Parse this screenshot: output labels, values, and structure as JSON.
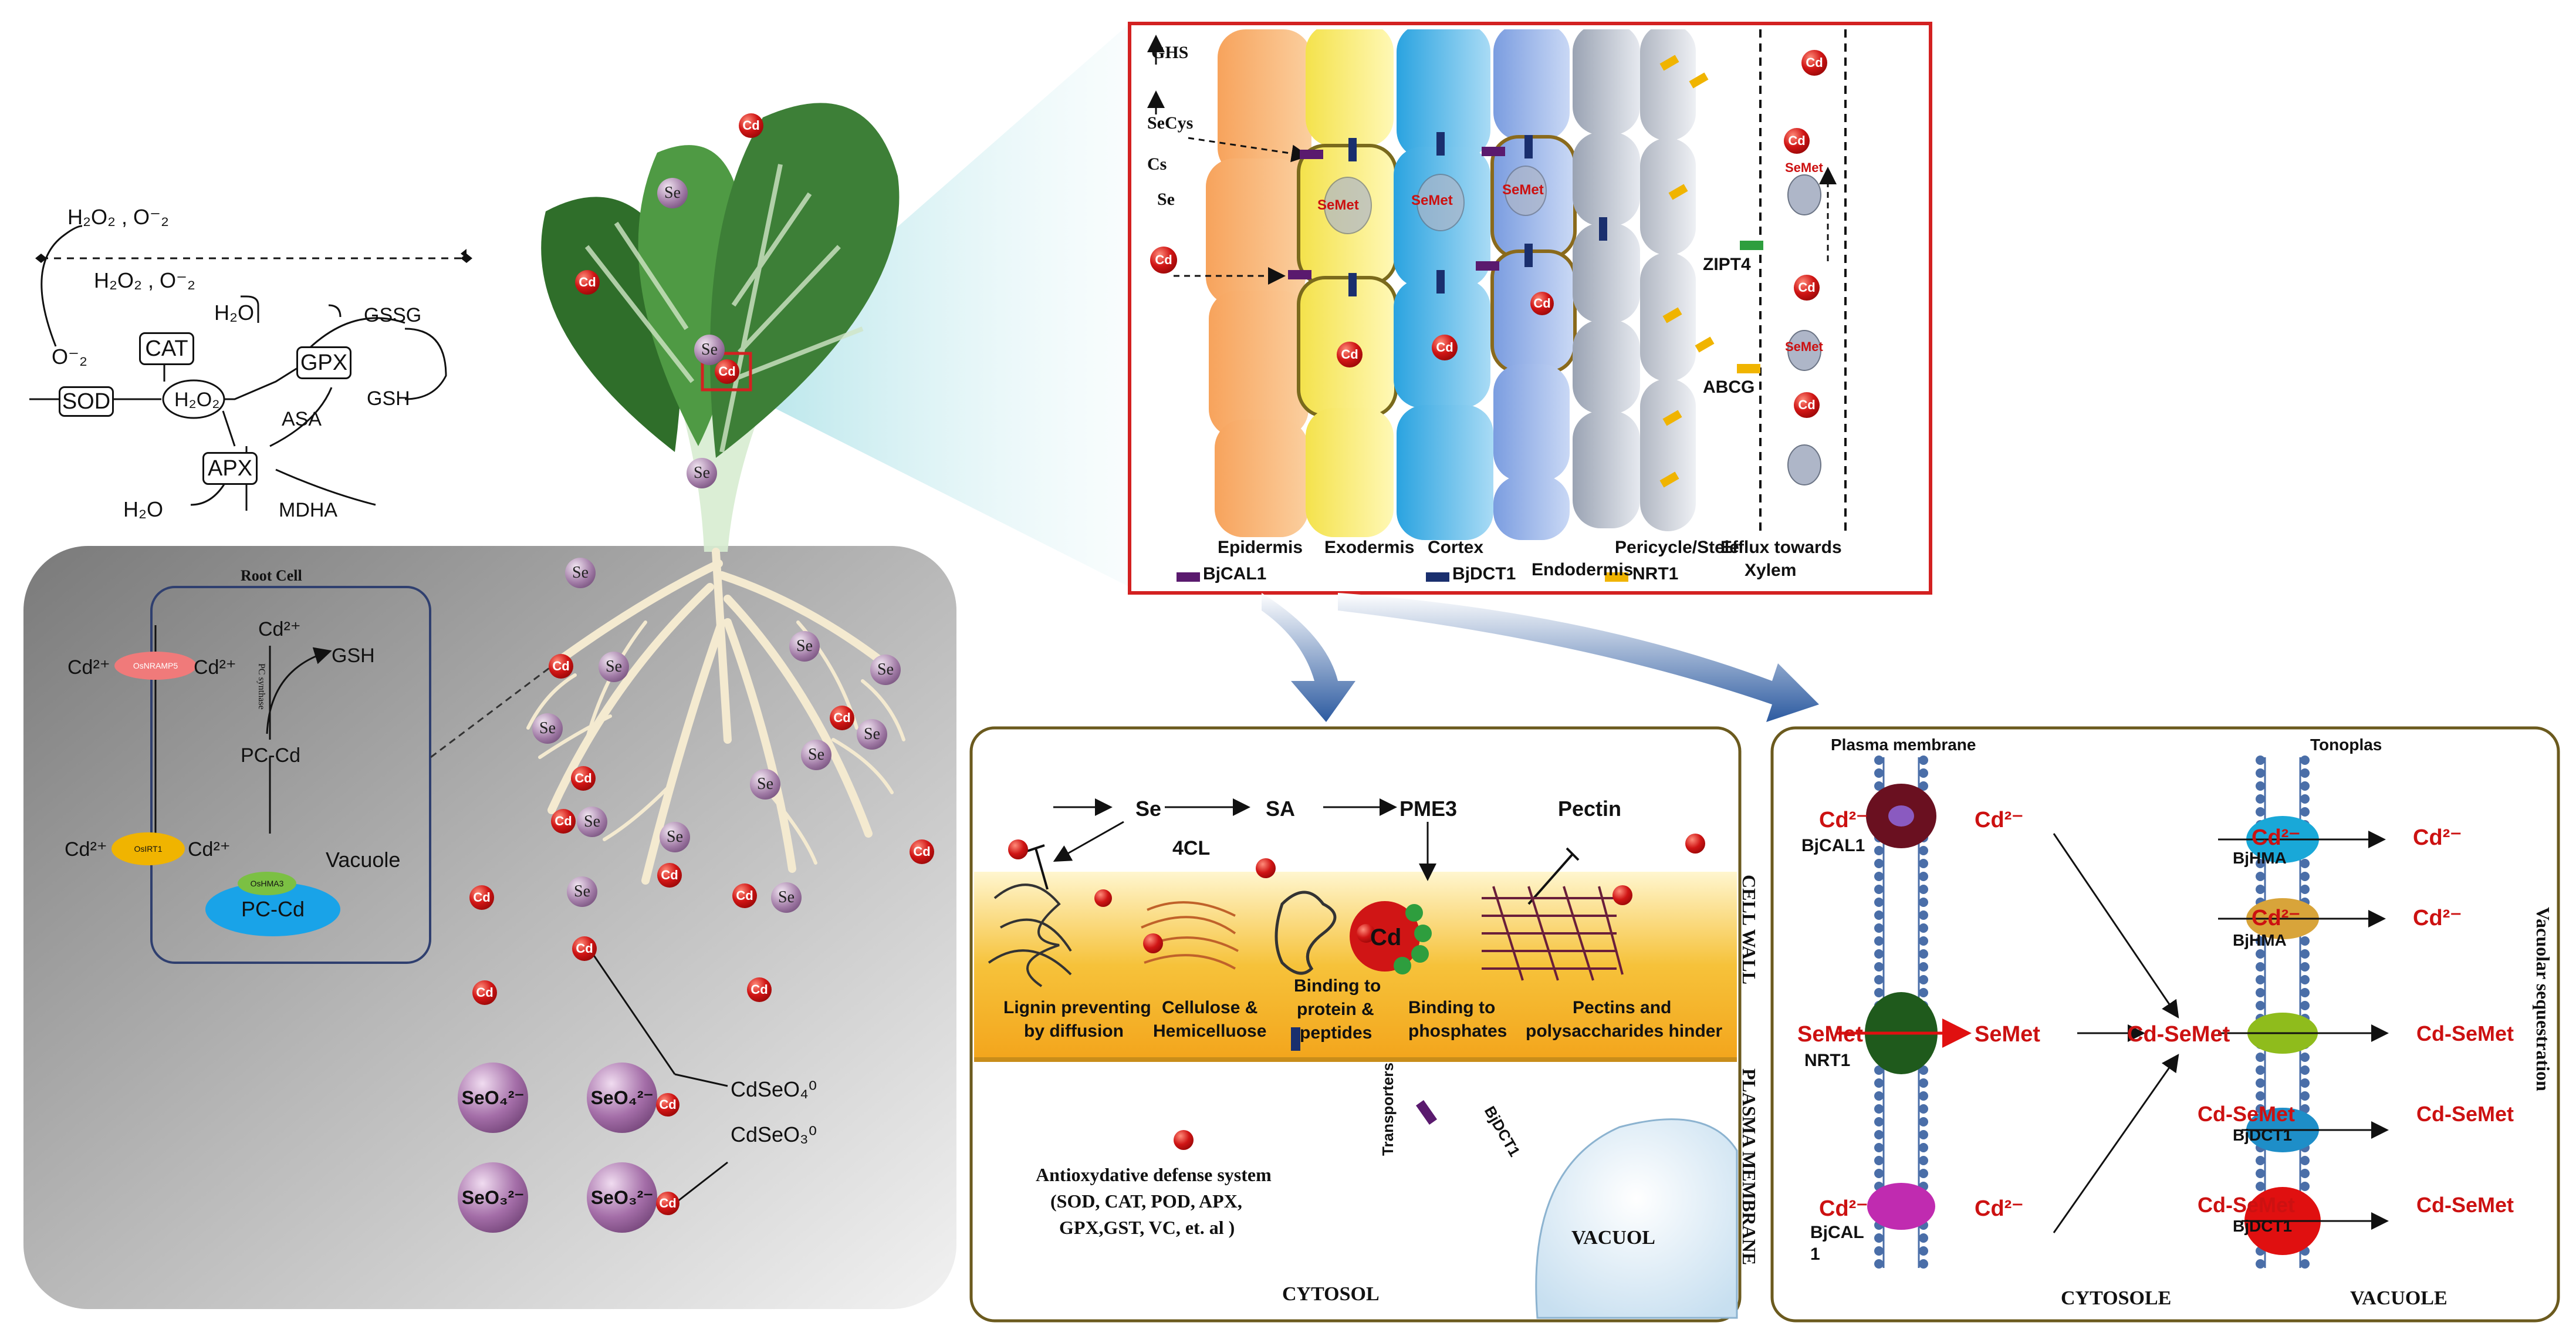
{
  "ros": {
    "h2o2_o2_top": "H₂O₂ , O⁻₂",
    "h2o2_o2_mid": "H₂O₂ , O⁻₂",
    "o2": "O⁻₂",
    "sod": "SOD",
    "cat": "CAT",
    "gpx": "GPX",
    "apx": "APX",
    "h2o2": "H₂O₂",
    "h2o_top": "H₂O",
    "h2o_bottom": "H₂O",
    "gssg": "GSSG",
    "gsh": "GSH",
    "asa": "ASA",
    "mdha": "MDHA"
  },
  "root_cell": {
    "title": "Root Cell",
    "cd_left_1": "Cd²⁺",
    "osnramp5": "OsNRAMP5",
    "cd_right_1": "Cd²⁺",
    "cd_top": "Cd²⁺",
    "gsh": "GSH",
    "pc_synthase": "PC synthase",
    "pc_cd": "PC-Cd",
    "cd_left_2": "Cd²⁺",
    "osirt1": "OsIRT1",
    "cd_right_2": "Cd²⁺",
    "vacuole": "Vacuole",
    "oshma3": "OsHMA3",
    "pc_cd_vacuole": "PC-Cd"
  },
  "soil": {
    "cd": "Cd",
    "se": "Se",
    "seo4_a": "SeO₄²⁻",
    "seo4_b": "SeO₄²⁻",
    "seo3_a": "SeO₃²⁻",
    "seo3_b": "SeO₃²⁻",
    "cdseo4": "CdSeO₄⁰",
    "cdseo3": "CdSeO₃⁰"
  },
  "tissue": {
    "ghs": "GHS",
    "secys": "SeCys",
    "cs": "Cs",
    "se": "Se",
    "semet": "SeMet",
    "cd": "Cd",
    "zipt4": "ZIPT4",
    "abcg": "ABCG",
    "layers": [
      "Epidermis",
      "Exodermis",
      "Cortex",
      "Endodermis",
      "Pericycle/Stele",
      "Efflux towards",
      "Xylem"
    ],
    "legend": [
      "BjCAL1",
      "BjDCT1",
      "NRT1"
    ]
  },
  "cellwall": {
    "se": "Se",
    "sa": "SA",
    "pme3": "PME3",
    "pectin": "Pectin",
    "fourcl": "4CL",
    "lignin": "Lignin preventing",
    "lignin2": "by diffusion",
    "cellulose": "Cellulose &",
    "cellulose2": "Hemicelluose",
    "binding_protein": "Binding to",
    "binding_protein2": "protein &",
    "binding_protein3": "peptides",
    "binding_phos": "Binding to",
    "binding_phos2": "phosphates",
    "pectins": "Pectins and",
    "pectins2": "polysaccharides hinder",
    "cd": "Cd",
    "transporters": "Transporters",
    "bjdct1": "BjDCT1",
    "antiox_title": "Antioxydative defense system",
    "antiox_1": "(SOD, CAT, POD, APX,",
    "antiox_2": "GPX,GST, VC, et. al )",
    "vacuol": "VACUOL",
    "cytosol": "CYTOSOL",
    "cell_wall": "CELL WALL",
    "plasma_membrane": "PLASMA MEMBRANE"
  },
  "seq": {
    "plasma_membrane": "Plasma membrane",
    "tonoplas": "Tonoplas",
    "cd2_1": "Cd²⁻",
    "cd2_2": "Cd²⁻",
    "bjcal1_a": "BjCAL1",
    "semet_left": "SeMet",
    "semet_right": "SeMet",
    "nrt1": "NRT1",
    "cd2_3": "Cd²⁻",
    "cd2_4": "Cd²⁻",
    "bjcal1_b": "BjCAL",
    "bjcal1_b2": "1",
    "cd_semet_center": "Cd-SeMet",
    "cd2_5": "Cd²⁻",
    "cd2_6": "Cd²⁻",
    "bjhma_1": "BjHMA",
    "cd2_7": "Cd²⁻",
    "cd2_8": "Cd²⁻",
    "bjhma_2": "BjHMA",
    "cdsemet_1": "Cd-SeMet",
    "cdsemet_2a": "Cd-SeMet",
    "cdsemet_2b": "Cd-SeMet",
    "bjdct1_1": "BjDCT1",
    "cdsemet_3a": "Cd-SeMet",
    "cdsemet_3b": "Cd-SeMet",
    "bjdct1_2": "BjDCT1",
    "cytosole": "CYTOSOLE",
    "vacuole": "VACUOLE",
    "vacuolar_seq": "Vacuolar sequestration"
  },
  "colors": {
    "cd_red": "#d01515",
    "bjcal1": "#5a1a6e",
    "bjdct1": "#1a2f6e",
    "nrt1": "#f0b400",
    "zipt4": "#2e9e3e",
    "tissue_border": "#d32121",
    "panel_border": "#6b5a1e"
  }
}
